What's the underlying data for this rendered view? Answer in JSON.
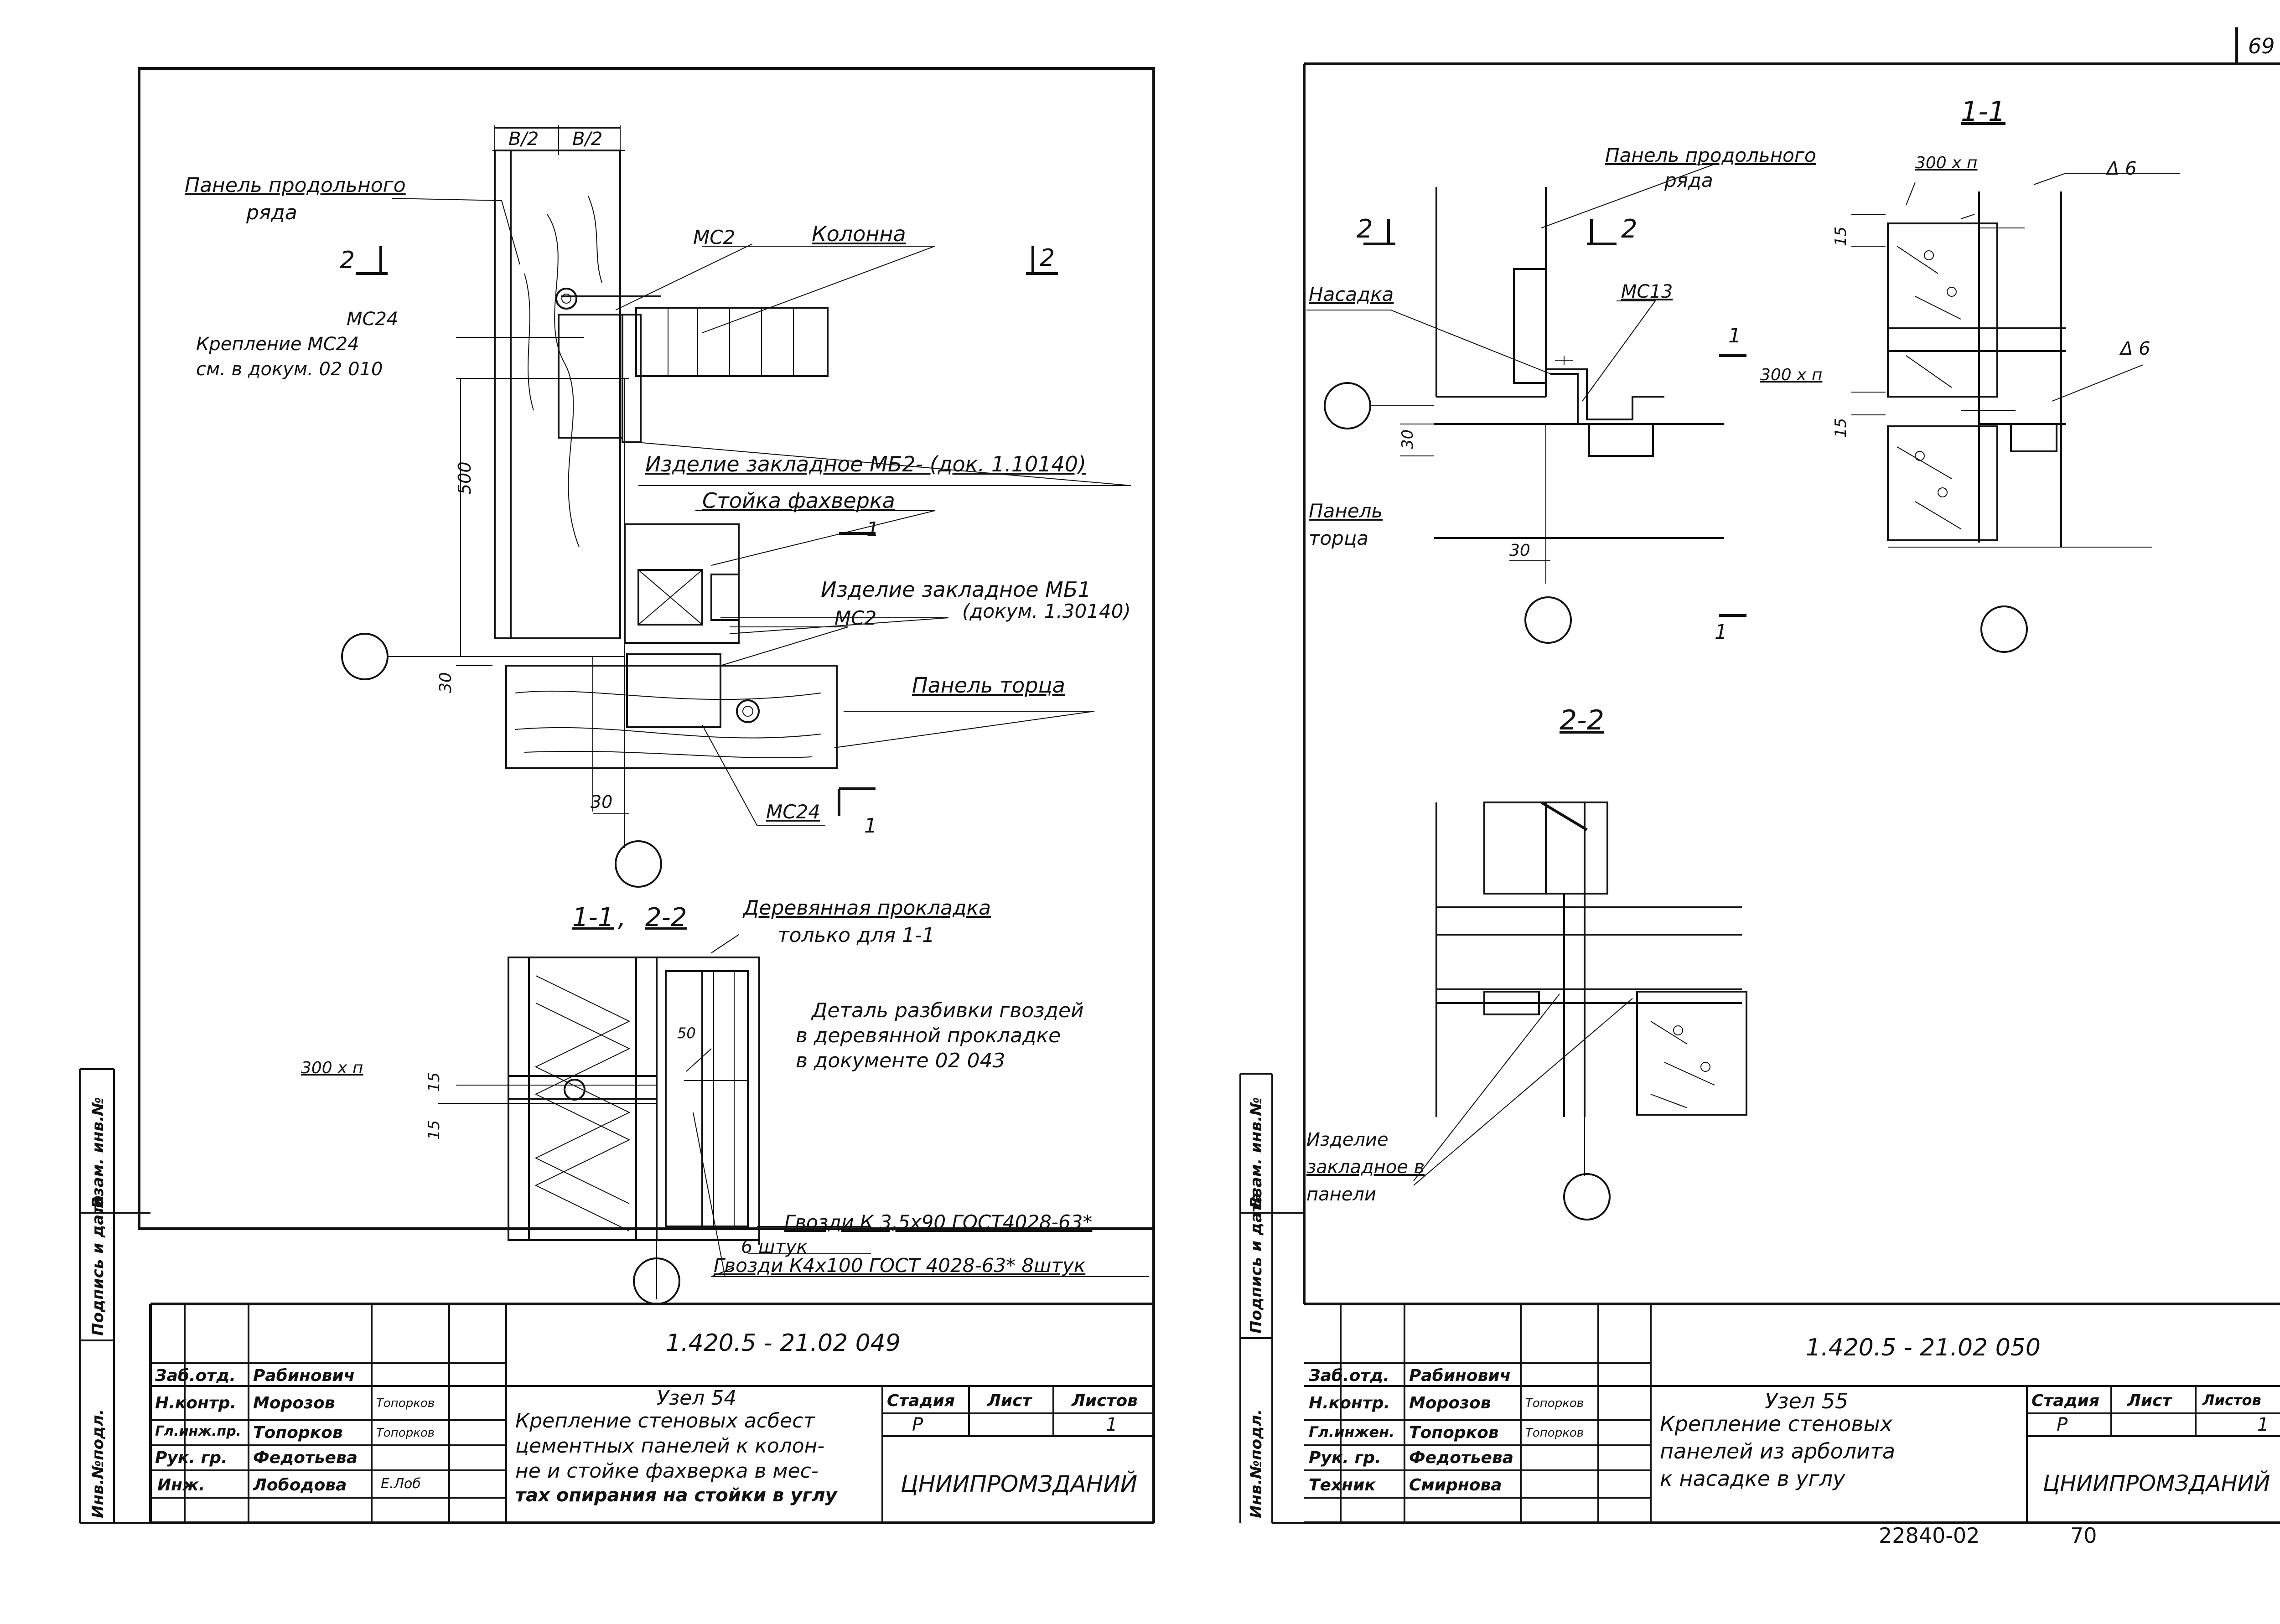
{
  "page_number": "69",
  "left_sheet": {
    "detail": {
      "panel_row": [
        "Панель продольного",
        "ряда"
      ],
      "column": "Колонна",
      "ms2_top": "МС2",
      "fastening_ms24": [
        "Крепление МС24",
        "см. в докум. 02 010"
      ],
      "ms24_tag": "МС24",
      "embedded_mb2": "Изделие закладное МБ2- (док. 1.10140)",
      "stoika": "Стойка фахверка",
      "embedded_mb1": "Изделие закладное МБ1",
      "embedded_mb1_doc": "(докум. 1.30140)",
      "ms2_mid": "МС2",
      "panel_end": "Панель торца",
      "ms24_bottom": "МС24",
      "dim_b2_left": "B/2",
      "dim_b2_right": "B/2",
      "dim_500": "500",
      "dim_30_left": "30",
      "dim_30_bottom": "30",
      "sec2_left": "2",
      "sec2_right": "2",
      "sec1_mark": "1",
      "sec1_bottom": "1"
    },
    "section": {
      "title_11": "1-1",
      "title_22": "2-2",
      "wood_spacer": [
        "Деревянная прокладка",
        "только для 1-1"
      ],
      "nail_detail": [
        "Деталь разбивки гвоздей",
        "в деревянной прокладке",
        "в документе 02 043"
      ],
      "dim_300": "300 х п",
      "dim_15a": "15",
      "dim_15b": "15",
      "dim_50": "50",
      "nails_1": "Гвозди К 3,5х90 ГОСТ4028-63*",
      "nails_1b": "6 штук",
      "nails_2": "Гвозди К4х100 ГОСТ 4028-63* 8штук"
    },
    "title_block": {
      "doc_number": "1.420.5 - 21.02 049",
      "title": [
        "Узел 54",
        "Крепление стеновых асбест",
        "цементных панелей к колон-",
        "не и стойке фахверка в мес-",
        "тах опирания на стойки в углу"
      ],
      "stage_h": "Стадия",
      "sheet_h": "Лист",
      "sheets_h": "Листов",
      "stage": "Р",
      "sheets": "1",
      "org": "ЦНИИПРОМЗДАНИЙ",
      "roles": [
        "Заб.отд.",
        "Н.контр.",
        "Гл.инж.пр.",
        "Рук. гр.",
        "Инж."
      ],
      "names": [
        "Рабинович",
        "Морозов",
        "Топорков",
        "Федотьева",
        "Лободова"
      ],
      "signs": [
        "",
        "Топорков",
        "Топорков",
        "",
        "Е.Лоб"
      ]
    },
    "side_stamp": [
      "Инв.№подл.",
      "Подпись и дата",
      "Взам. инв.№"
    ]
  },
  "right_sheet": {
    "section11": {
      "title": "1-1",
      "panel_row": [
        "Панель продольного",
        "ряда"
      ],
      "nasadka": "Насадка",
      "ms13": "МС13",
      "panel_end": [
        "Панель",
        "торца"
      ],
      "dim_300a": "300 х п",
      "dim_300b": "300 х п",
      "delta_a": "Δ 6",
      "delta_b": "Δ 6",
      "dim_15a": "15",
      "dim_15b": "15",
      "dim_30a": "30",
      "dim_30b": "30",
      "sec2_left": "2",
      "sec2_right": "2",
      "sec1_top": "1",
      "sec1_bottom": "1"
    },
    "section22": {
      "title": "2-2",
      "embedded": [
        "Изделие",
        "закладное в",
        "панели"
      ]
    },
    "title_block": {
      "doc_number": "1.420.5 - 21.02 050",
      "title": [
        "Узел 55",
        "Крепление стеновых",
        "панелей из арболита",
        "к насадке в углу"
      ],
      "stage_h": "Стадия",
      "sheet_h": "Лист",
      "sheets_h": "Листов",
      "stage": "Р",
      "sheets": "1",
      "org": "ЦНИИПРОМЗДАНИЙ",
      "roles": [
        "Заб.отд.",
        "Н.контр.",
        "Гл.инжен.",
        "Рук. гр.",
        "Техник"
      ],
      "names": [
        "Рабинович",
        "Морозов",
        "Топорков",
        "Федотьева",
        "Смирнова"
      ],
      "signs": [
        "",
        "Топорков",
        "Топорков",
        "",
        ""
      ]
    },
    "side_stamp": [
      "Инв.№подл.",
      "Подпись и дата",
      "Взам. инв.№"
    ],
    "footer_code": "22840-02",
    "footer_page": "70"
  }
}
